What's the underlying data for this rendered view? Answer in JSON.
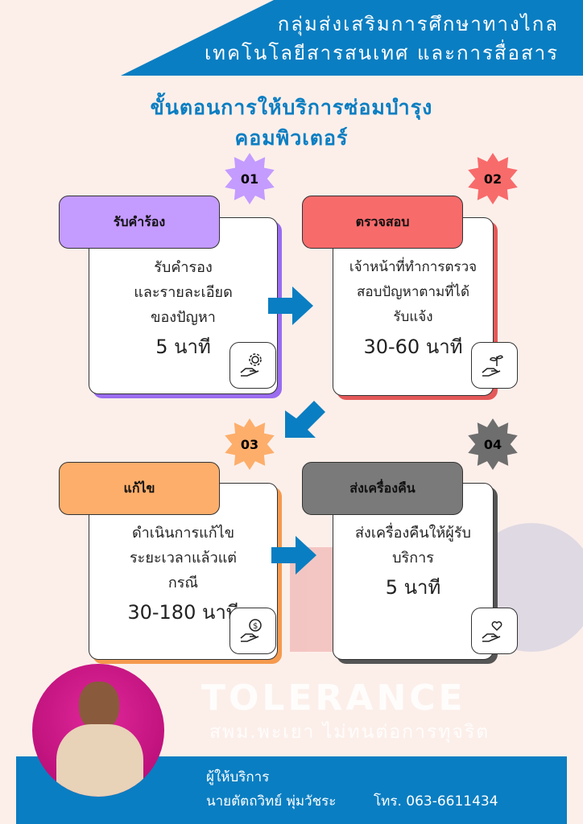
{
  "header": {
    "line1": "กลุ่มส่งเสริมการศึกษาทางไกล",
    "line2": "เทคโนโลยีสารสนเทศ และการสื่อสาร"
  },
  "title": {
    "line1": "ขั้นตอนการให้บริการซ่อมบำรุง",
    "line2": "คอมพิวเตอร์"
  },
  "steps": [
    {
      "number": "01",
      "title": "รับคำร้อง",
      "lines": [
        "รับคำรอง",
        "และรายละเอียด",
        "ของปัญหา"
      ],
      "time": "5 นาที",
      "icon": "hand-gear-icon",
      "color": "#c49bff"
    },
    {
      "number": "02",
      "title": "ตรวจสอบ",
      "lines": [
        "เจ้าหน้าที่ทำการตรวจ",
        "สอบปัญหาตามที่ได้",
        "รับแจ้ง"
      ],
      "time": "30-60 นาที",
      "icon": "hand-plant-icon",
      "color": "#f86b6b"
    },
    {
      "number": "03",
      "title": "แก้ไข",
      "lines": [
        "ดำเนินการแก้ไข",
        "ระยะเวลาแล้วแต่",
        "กรณี"
      ],
      "time": "30-180 นาที",
      "icon": "hand-coin-icon",
      "color": "#fdae6b"
    },
    {
      "number": "04",
      "title": "ส่งเครื่องคืน",
      "lines": [
        "ส่งเครื่องคืนให้ผู้รับ",
        "บริการ"
      ],
      "time": "5 นาที",
      "icon": "hand-heart-icon",
      "color": "#7a7a7a"
    }
  ],
  "watermark": {
    "title": "TOLERANCE",
    "subtitle": "สพม.พะเยา ไม่ทนต่อการทุจริต"
  },
  "footer": {
    "label": "ผู้ให้บริการ",
    "name": "นายตัตถวิทย์ พุ่มวัชระ",
    "phone": "โทร.  063-6611434"
  }
}
